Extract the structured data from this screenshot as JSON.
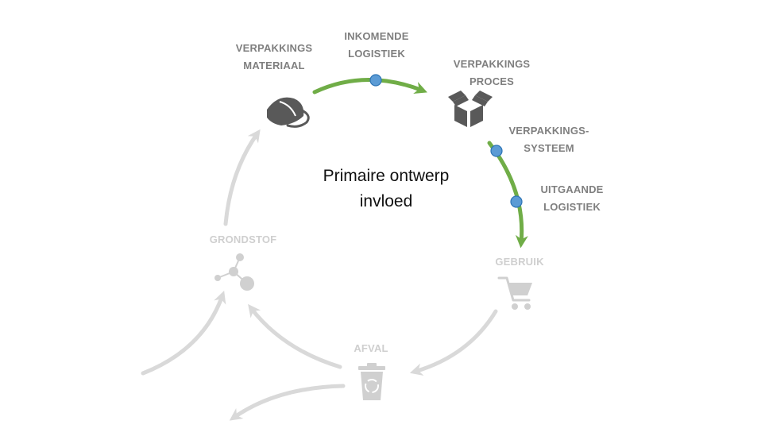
{
  "center": {
    "line1": "Primaire ontwerp",
    "line2": "invloed"
  },
  "nodes": {
    "verpakkingsmateriaal": {
      "line1": "VERPAKKINGS",
      "line2": "MATERIAAL"
    },
    "inkomende_logistiek": {
      "line1": "INKOMENDE",
      "line2": "LOGISTIEK"
    },
    "verpakkingsproces": {
      "line1": "VERPAKKINGS",
      "line2": "PROCES"
    },
    "verpakkingssysteem": {
      "line1": "VERPAKKINGS-",
      "line2": "SYSTEEM"
    },
    "uitgaande_logistiek": {
      "line1": "UITGAANDE",
      "line2": "LOGISTIEK"
    },
    "gebruik": {
      "line1": "GEBRUIK"
    },
    "afval": {
      "line1": "AFVAL"
    },
    "grondstof": {
      "line1": "GRONDSTOF"
    }
  },
  "icons": {
    "material": "packaging-material-icon",
    "box": "open-box-icon",
    "cart": "shopping-cart-icon",
    "bin": "recycle-bin-icon",
    "molecule": "molecule-icon"
  },
  "colors": {
    "highlight_arrow": "#70ad47",
    "faded_arrow": "#d9d9d9",
    "point_fill": "#5b9bd5",
    "point_stroke": "#2e75b6",
    "active_label": "#7f7f7f",
    "faded_label": "#cfcfcf",
    "active_icon": "#595959",
    "faded_icon": "#d0d0d0"
  }
}
